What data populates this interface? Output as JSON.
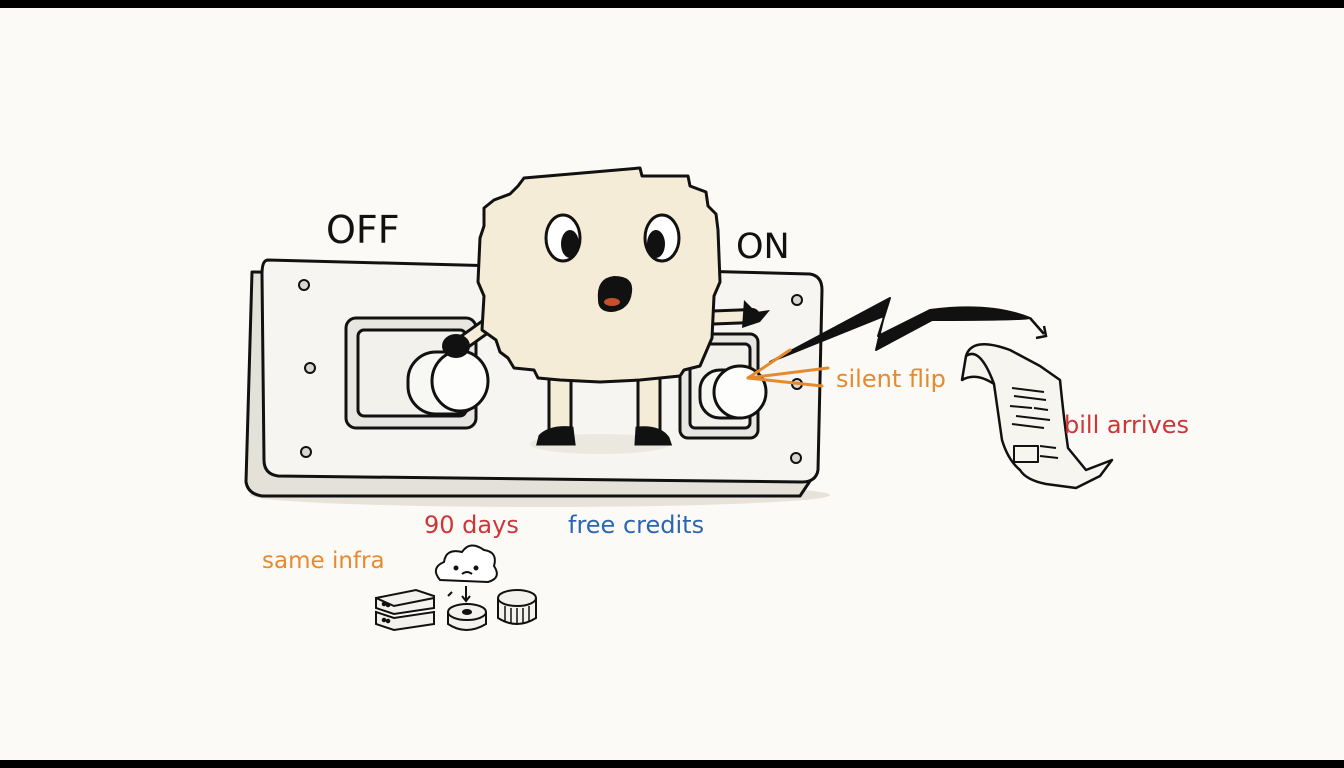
{
  "switch_labels": {
    "off": "OFF",
    "on": "ON"
  },
  "annotations": {
    "silent_flip": "silent flip",
    "bill_arrives": "bill arrives",
    "ninety_days": "90 days",
    "free_credits": "free credits",
    "same_infra": "same infra"
  },
  "colors": {
    "orange": "#e58a2e",
    "red": "#cf3535",
    "blue": "#2d66b0",
    "character": "#f4ecd6",
    "panel": "#f6f5f1",
    "ink": "#111111"
  },
  "icons": [
    "light-switch-plate",
    "puzzle-character",
    "lightning-bolt",
    "receipt-scroll",
    "cloud-icon",
    "server-stack-icon",
    "disk-icon",
    "database-icon"
  ]
}
